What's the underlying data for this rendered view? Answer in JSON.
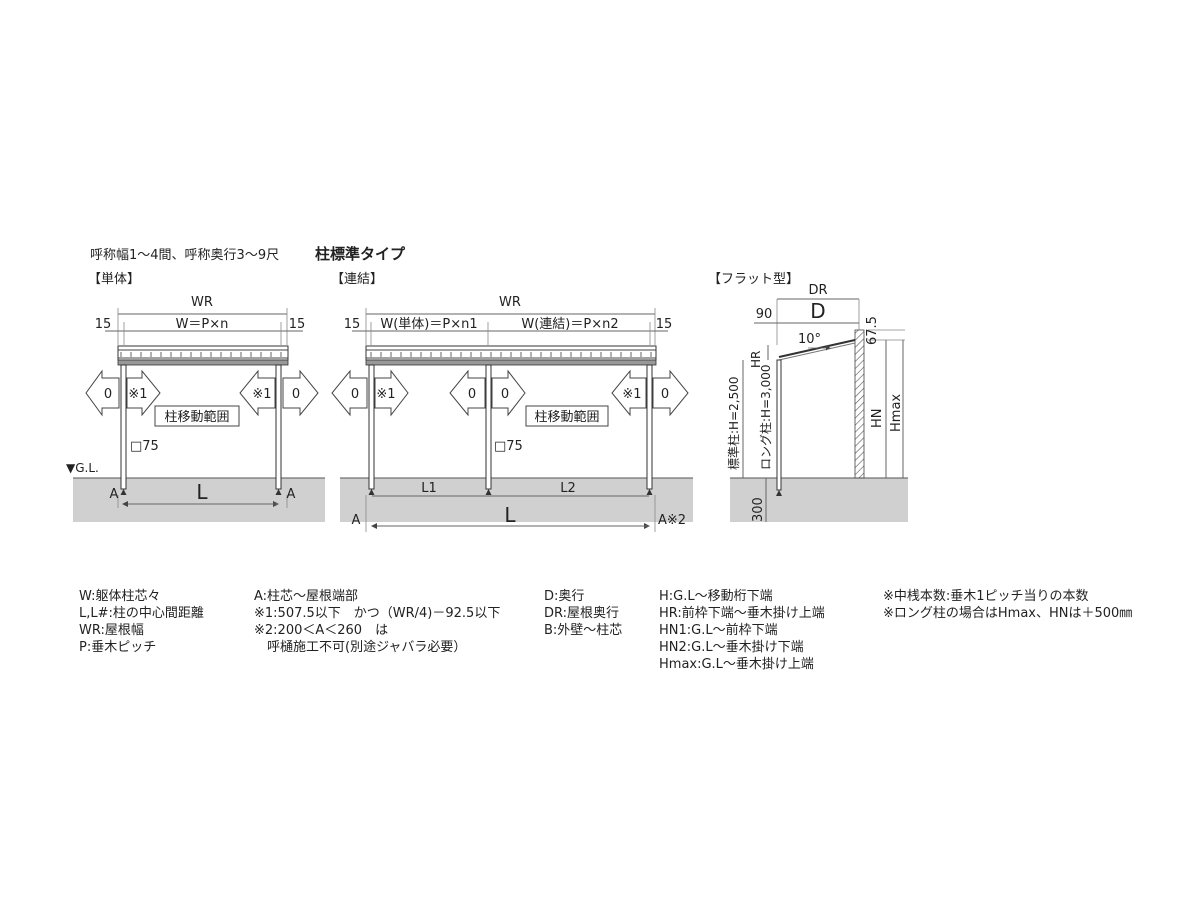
{
  "header": {
    "subtitle": "呼称幅1～4間、呼称奥行3～9尺",
    "title": "柱標準タイプ"
  },
  "panel_single": {
    "label": "【単体】",
    "wr": "WR",
    "w_formula": "W＝P×n",
    "offset_left": "15",
    "offset_right": "15",
    "zero": "0",
    "note_ref": "※1",
    "move_range": "柱移動範囲",
    "post_size": "□75",
    "gl": "▼G.L.",
    "a_label": "A",
    "l_label": "L"
  },
  "panel_linked": {
    "label": "【連結】",
    "wr": "WR",
    "offset_left": "15",
    "offset_right": "15",
    "w_single": "W(単体)＝P×n1",
    "w_linked": "W(連結)＝P×n2",
    "zero": "0",
    "note_ref": "※1",
    "move_range": "柱移動範囲",
    "post_size": "□75",
    "a_label": "A",
    "a_note": "A※2",
    "l1": "L1",
    "l2": "L2",
    "l": "L"
  },
  "panel_flat": {
    "label": "【フラット型】",
    "dr": "DR",
    "d": "D",
    "offset": "90",
    "angle": "10°",
    "top_dim": "67.5",
    "hr": "HR",
    "std_post": "標準柱:H=2,500",
    "long_post": "ロング柱:H=3,000",
    "hn": "HN",
    "hmax": "Hmax",
    "depth": "300"
  },
  "legend": {
    "col1": [
      "W:躯体柱芯々",
      "L,L#:柱の中心間距離",
      "WR:屋根幅",
      "P:垂木ピッチ"
    ],
    "col2": [
      "A:柱芯～屋根端部",
      "※1:507.5以下　かつ（WR/4)－92.5以下",
      "※2:200＜A＜260　は",
      "　呼樋施工不可(別途ジャバラ必要）"
    ],
    "col3": [
      "D:奥行",
      "DR:屋根奥行",
      "B:外壁～柱芯"
    ],
    "col4": [
      "H:G.L～移動桁下端",
      "HR:前枠下端～垂木掛け上端",
      "HN1:G.L～前枠下端",
      "HN2:G.L～垂木掛け下端",
      "Hmax:G.L～垂木掛け上端"
    ],
    "col5": [
      "※中桟本数:垂木1ピッチ当りの本数",
      "※ロング柱の場合はHmax、HNは＋500㎜"
    ]
  }
}
